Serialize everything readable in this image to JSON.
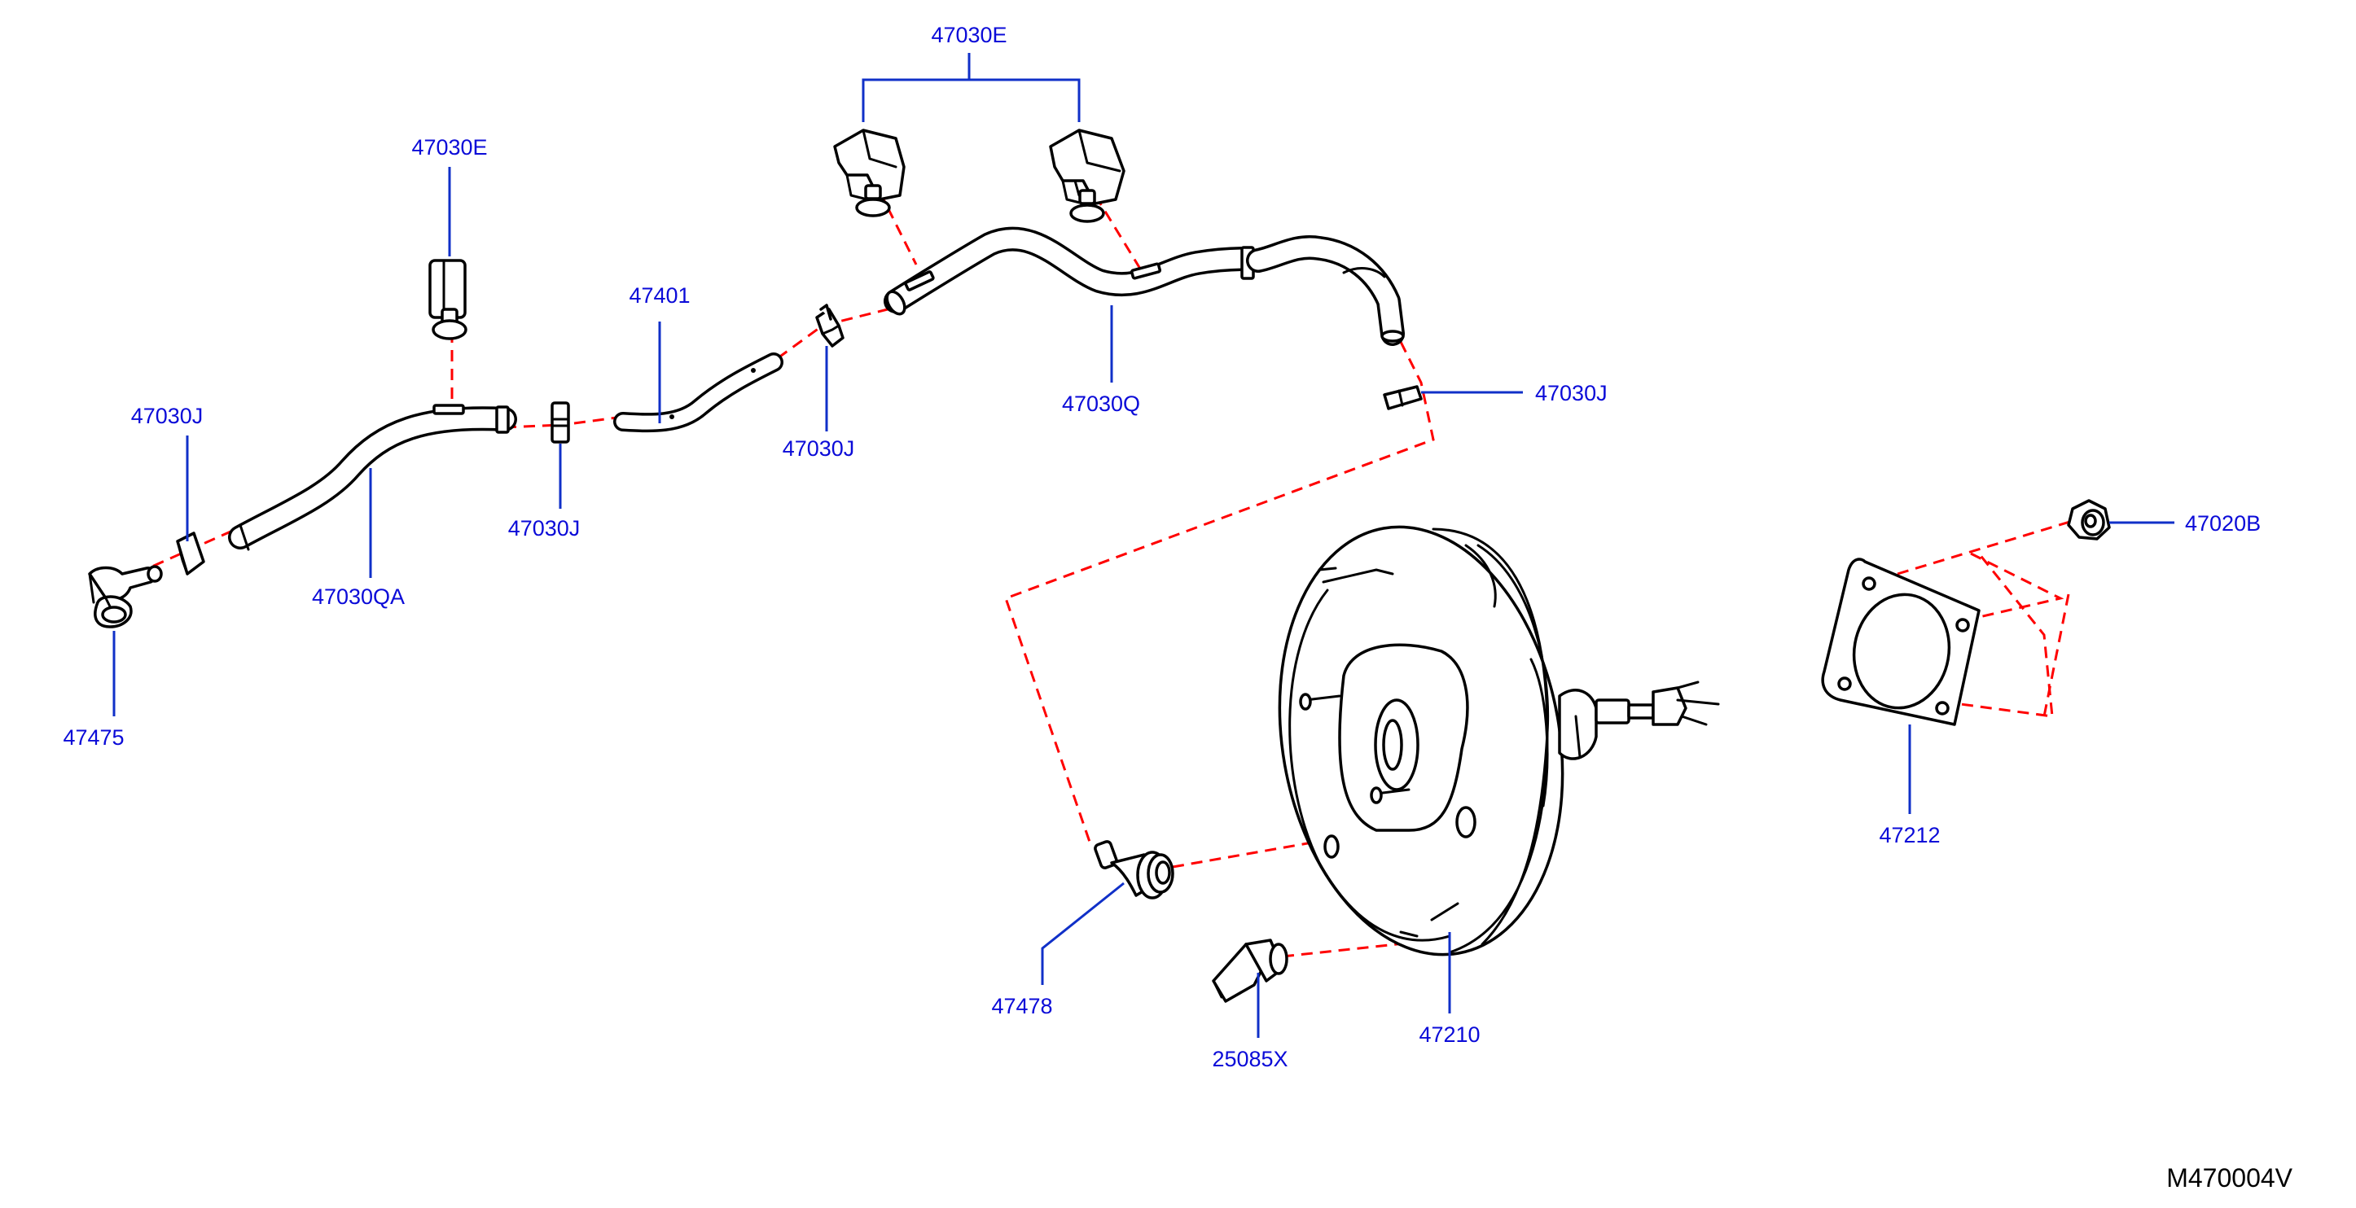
{
  "diagram_code": "M470004V",
  "colors": {
    "label": "#0b0bd8",
    "leader": "#1030c8",
    "dashed_line": "#ff0000",
    "part_outline": "#000000",
    "background": "#ffffff"
  },
  "labels": {
    "clip_top_pair": "47030E",
    "clip_left": "47030E",
    "clamp_right": "47030J",
    "clamp_left": "47030J",
    "clamp_middle": "47030J",
    "clamp_center": "47030J",
    "hose_upper": "47030Q",
    "tube_middle": "47401",
    "hose_lower": "47030QA",
    "check_valve": "47475",
    "nut": "47020B",
    "gasket": "47212",
    "booster": "47210",
    "elbow_connector": "47478",
    "vacuum_sensor": "25085X"
  }
}
